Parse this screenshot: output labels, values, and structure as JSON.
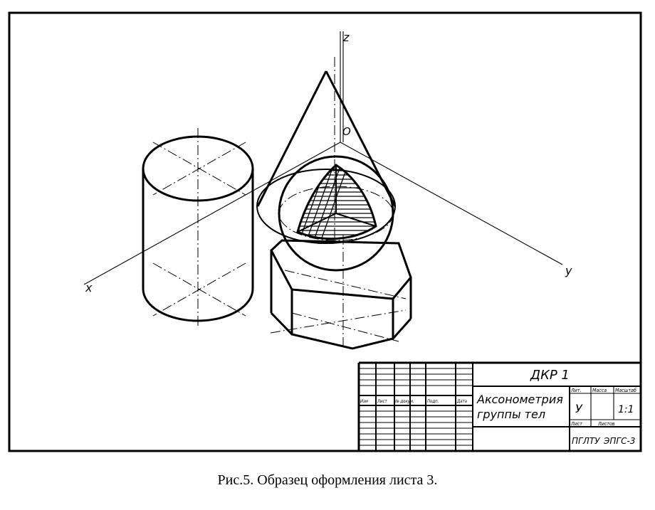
{
  "axes": {
    "x": "x",
    "y": "y",
    "z": "z",
    "origin": "O"
  },
  "title_block": {
    "code": "ДКР 1",
    "title_line1": "Аксонометрия",
    "title_line2": "группы тел",
    "col_headers": [
      "Изм",
      "Лист",
      "№ докум.",
      "Подп.",
      "Дата"
    ],
    "right_headers": [
      "Лит.",
      "Масса",
      "Масштаб"
    ],
    "stage": "У",
    "scale": "1:1",
    "sheet_label": "Лист",
    "sheets_label": "Листов",
    "org_1": "ПГЛТУ",
    "org_2": "ЭПГС-3"
  },
  "caption": "Рис.5. Образец оформления листа 3."
}
